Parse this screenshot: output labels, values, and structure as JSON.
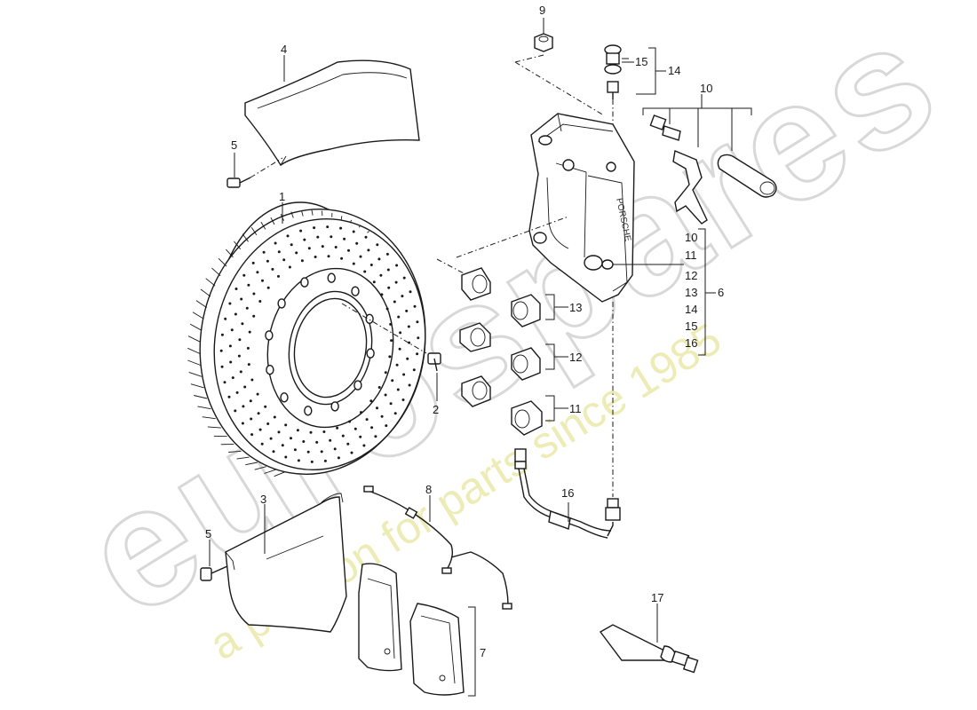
{
  "watermark": {
    "logo": "eurospares",
    "tagline": "a passion for parts since 1985"
  },
  "stamp": "PORSCHE",
  "callouts": {
    "c1": "1",
    "c2": "2",
    "c3": "3",
    "c4": "4",
    "c5a": "5",
    "c5b": "5",
    "c6": "6",
    "c7": "7",
    "c8": "8",
    "c9": "9",
    "c10": "10",
    "c11": "11",
    "c12": "12",
    "c13": "13",
    "c14": "14",
    "c15": "15",
    "c16": "16",
    "c17": "17"
  },
  "kit_list": [
    "10",
    "11",
    "12",
    "13",
    "14",
    "15",
    "16"
  ]
}
